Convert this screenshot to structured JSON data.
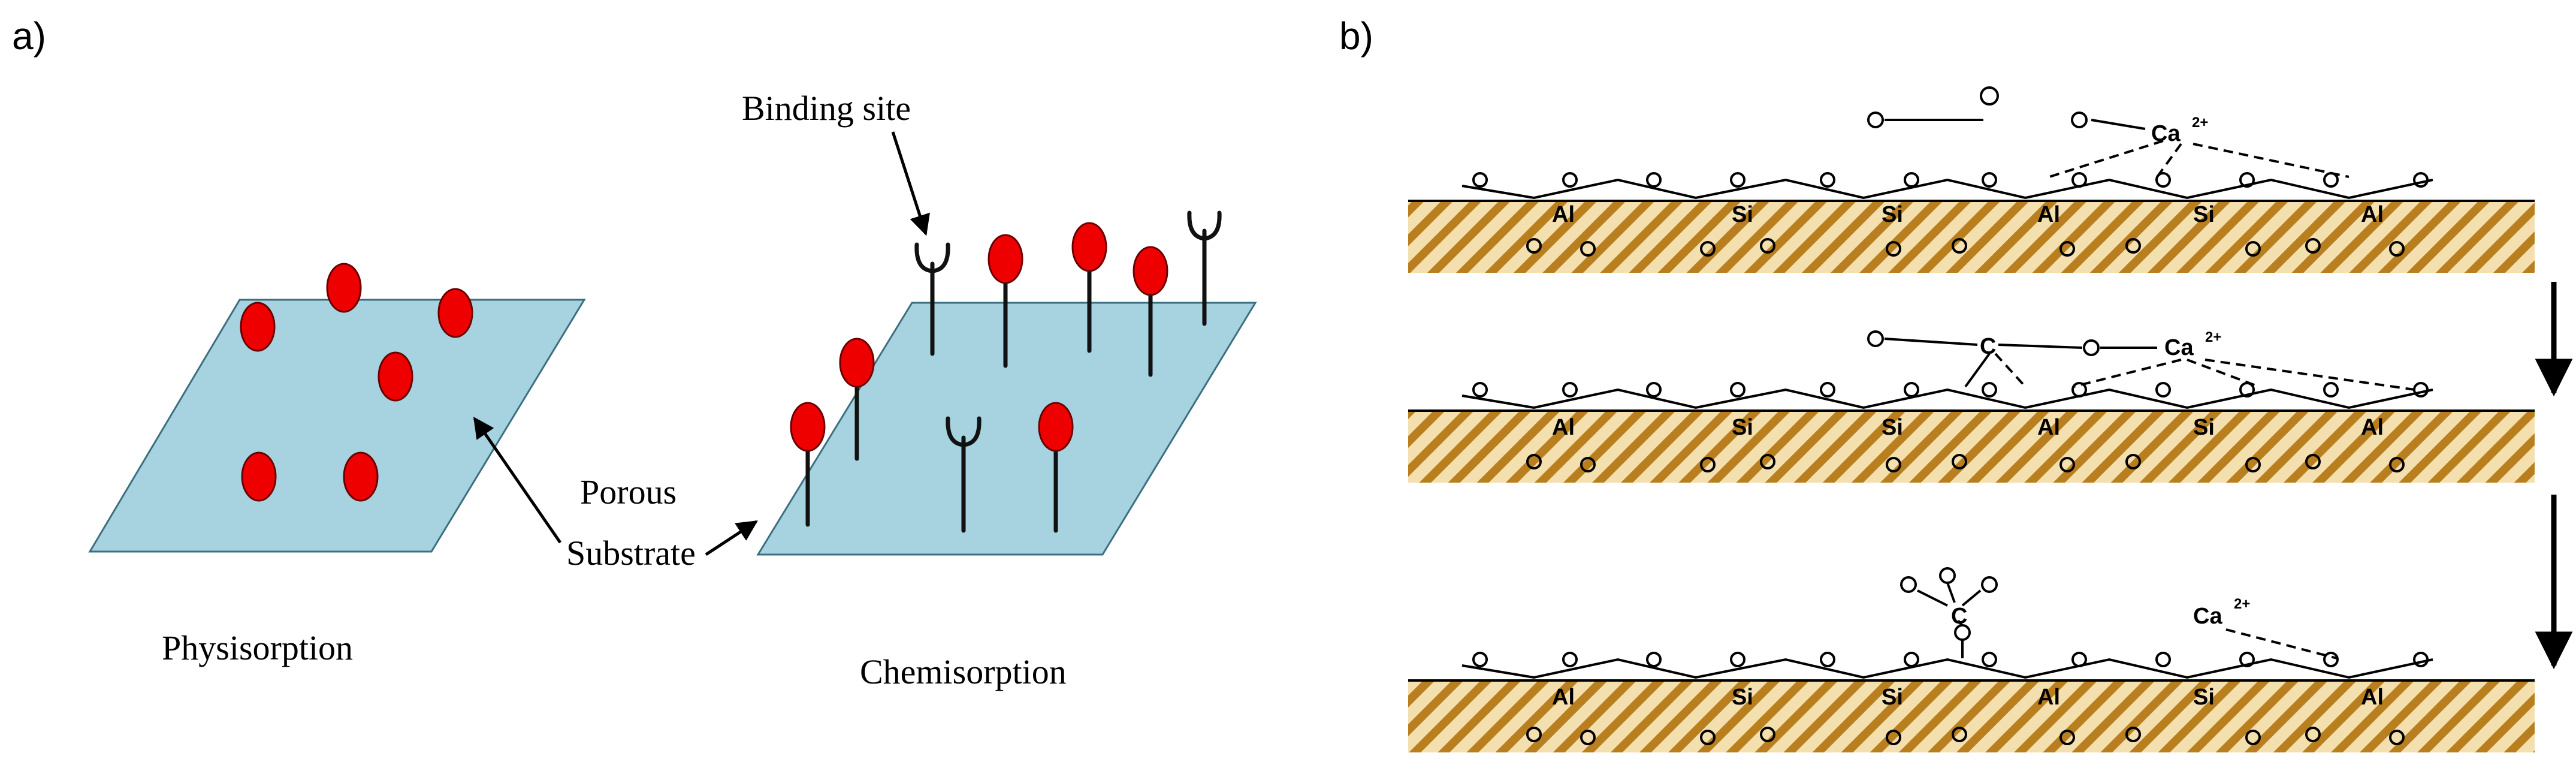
{
  "panel_a": {
    "label": "a)",
    "binding_site_label": "Binding site",
    "porous_label": "Porous",
    "substrate_label": "Substrate",
    "physisorption_label": "Physisorption",
    "chemisorption_label": "Chemisorption"
  },
  "panel_b": {
    "label": "b)",
    "step1": {
      "atoms": [
        "Al",
        "Si",
        "Si",
        "Al",
        "Si",
        "Al"
      ],
      "adsorbate": "Ca",
      "charge": "2+"
    },
    "step2": {
      "atoms": [
        "Al",
        "Si",
        "Si",
        "Al",
        "Si",
        "Al"
      ],
      "carbon": "C",
      "adsorbate": "Ca",
      "charge": "2+"
    },
    "step3": {
      "atoms": [
        "Al",
        "Si",
        "Si",
        "Al",
        "Si",
        "Al"
      ],
      "carbon": "C",
      "adsorbate": "Ca",
      "charge": "2+"
    }
  },
  "colors": {
    "substrate_fill": "#a6d3df",
    "molecule_red": "#ee0000",
    "surface_gold": "#b07a1e",
    "hatch_light": "#f4dfae"
  }
}
